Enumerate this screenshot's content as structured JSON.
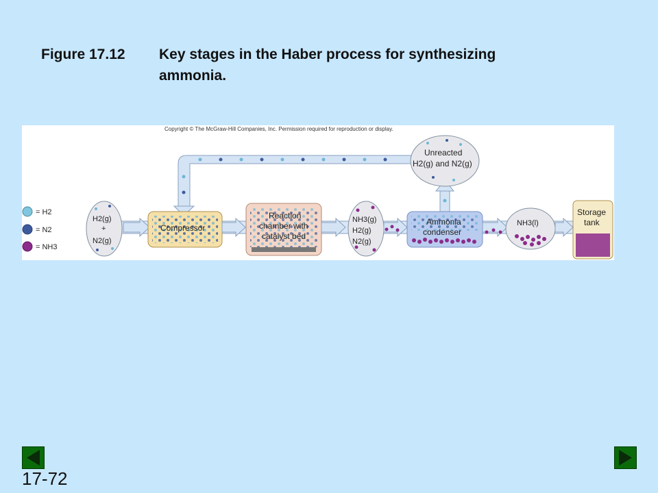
{
  "caption": {
    "figure_number": "Figure 17.12",
    "title": "Key stages in the Haber process for synthesizing ammonia."
  },
  "figure": {
    "copyright": "Copyright © The McGraw-Hill Companies, Inc. Permission required for reproduction or display.",
    "legend": [
      {
        "label": "= H2",
        "color": "#7fc6de"
      },
      {
        "label": "= N2",
        "color": "#3d5b9c"
      },
      {
        "label": "= NH3",
        "color": "#8c2c8c"
      }
    ],
    "stages": {
      "feed": {
        "line1": "H2(g)",
        "line2": "+",
        "line3": "N2(g)"
      },
      "compressor": "Compressor",
      "reaction": {
        "line1": "Reaction",
        "line2": "chamber with",
        "line3": "catalyst bed"
      },
      "mixture": {
        "line1": "NH3(g)",
        "line2": "H2(g)",
        "line3": "N2(g)"
      },
      "condenser": {
        "line1": "Ammonia",
        "line2": "condenser"
      },
      "liquid": "NH3(l)",
      "storage": {
        "line1": "Storage",
        "line2": "tank"
      },
      "unreacted": {
        "line1": "Unreacted",
        "line2": "H2(g) and N2(g)"
      }
    }
  },
  "navigation": {
    "prev_icon": "triangle-left-icon",
    "next_icon": "triangle-right-icon"
  },
  "slide_number": "17-72"
}
